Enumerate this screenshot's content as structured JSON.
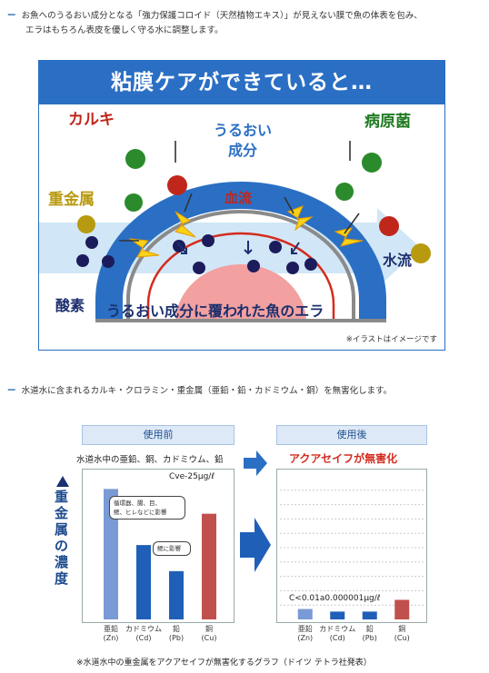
{
  "intro": {
    "bullet": "ー",
    "line1": "お魚へのうるおい成分となる「強力保護コロイド（天然植物エキス）」が見えない膜で魚の体表を包み、",
    "line2": "エラはもちろん表皮を優しく守る水に調整します。"
  },
  "illustration": {
    "title": "粘膜ケアができていると…",
    "label_calki": "カルキ",
    "label_pathogen": "病原菌",
    "label_heavy_metal": "重金属",
    "label_moisture": "うるおい\n成分",
    "label_blood": "血流",
    "label_waterflow": "水流",
    "label_oxygen": "酸素",
    "label_gill": "うるおい成分に覆われた魚のエラ",
    "note": "※イラストはイメージです",
    "colors": {
      "frame": "#2a6fc4",
      "red": "#c0271b",
      "green": "#1f7a1f",
      "gold": "#b89a10",
      "navy": "#1c2f6e"
    }
  },
  "section2": {
    "bullet": "ー",
    "text": "水道水に含まれるカルキ・クロラミン・重金属（亜鉛・鉛・カドミウム・銅）を無害化します。"
  },
  "comparison": {
    "before_header": "使用前",
    "after_header": "使用後",
    "before_caption": "水道水中の亜鉛、銅、カドミウム、鉛",
    "after_caption": "アクアセイフが無害化",
    "y_label": "重金属の濃度",
    "before_value_label": "Cve-25μg/ℓ",
    "after_value_label": "C<0.01a0.000001μg/ℓ",
    "bubble1": "循環器、腸、目、\n鰓、ヒレなどに影響",
    "bubble2": "鰓に影響",
    "footnote": "※水道水中の重金属をアクアセイフが無害化するグラフ（ドイツ テトラ社発表）"
  },
  "chart_data": [
    {
      "type": "bar",
      "title": "使用前",
      "subtitle": "水道水中の亜鉛、銅、カドミウム、鉛",
      "ylabel": "重金属の濃度",
      "categories": [
        "亜鉛\n(Zn)",
        "カドミウム\n(Cd)",
        "鉛\n(Pb)",
        "銅\n(Cu)"
      ],
      "values": [
        100,
        57,
        37,
        81
      ],
      "colors": [
        "#7a9ad6",
        "#1f5fb8",
        "#1f5fb8",
        "#c0504d"
      ],
      "annotation": "Cve-25μg/ℓ",
      "ylim": [
        0,
        110
      ]
    },
    {
      "type": "bar",
      "title": "使用後",
      "subtitle": "アクアセイフが無害化",
      "categories": [
        "亜鉛\n(Zn)",
        "カドミウム\n(Cd)",
        "鉛\n(Pb)",
        "銅\n(Cu)"
      ],
      "values": [
        8,
        6,
        6,
        15
      ],
      "colors": [
        "#7a9ad6",
        "#1f5fb8",
        "#1f5fb8",
        "#c0504d"
      ],
      "annotation": "C<0.01a0.000001μg/ℓ",
      "ylim": [
        0,
        110
      ]
    }
  ]
}
